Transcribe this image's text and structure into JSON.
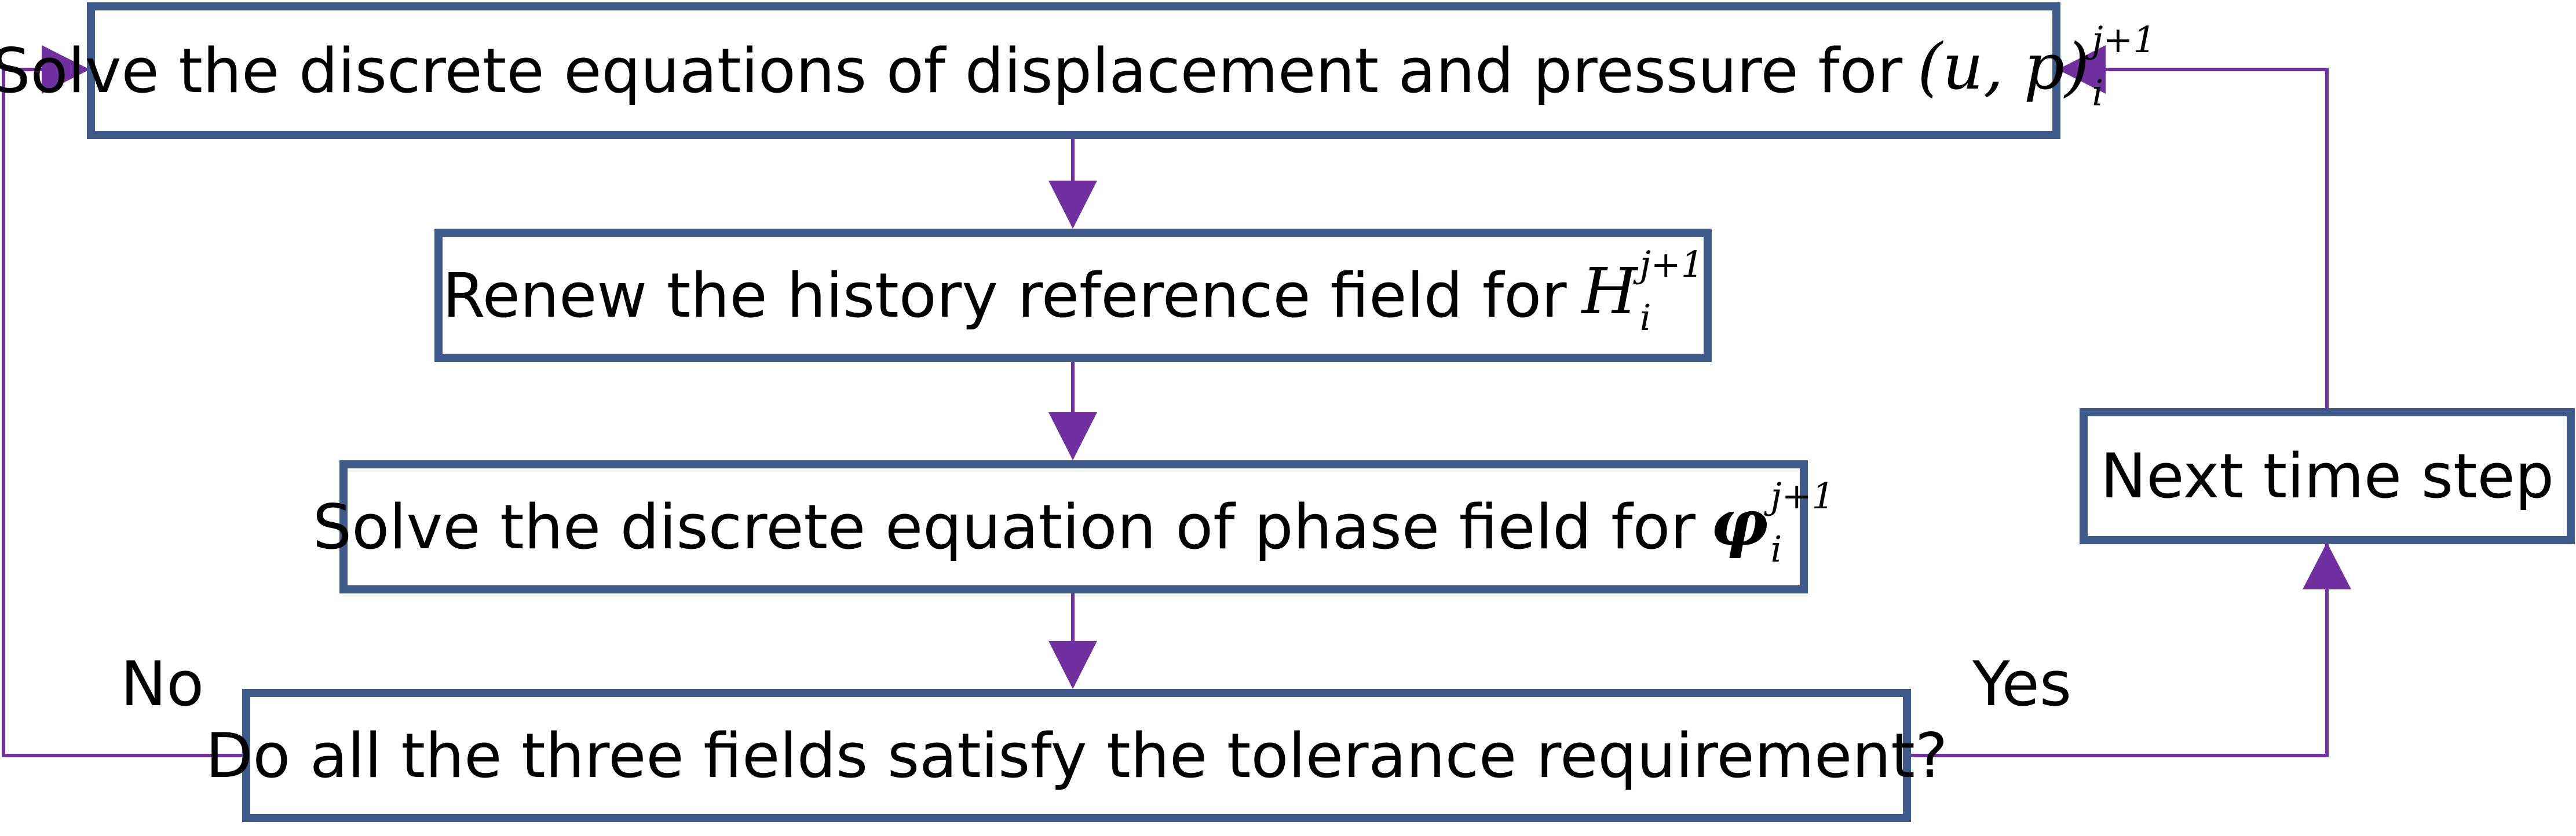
{
  "colors": {
    "box_border": "#3d5a8a",
    "arrow": "#7030a0",
    "text": "#000000"
  },
  "boxes": {
    "solve_displacement": {
      "text": "Solve the discrete equations of displacement and pressure for",
      "math": {
        "base": "(u, p)",
        "sup": "j+1",
        "sub": "i"
      }
    },
    "renew_history": {
      "text": "Renew the history reference field for",
      "math": {
        "base": "H",
        "sup": "j+1",
        "sub": "i"
      }
    },
    "solve_phase": {
      "text": "Solve the discrete equation of phase field for",
      "math": {
        "base": "φ",
        "sup": "j+1",
        "sub": "i"
      }
    },
    "tolerance_check": {
      "text": "Do all the three fields satisfy the tolerance requirement?"
    },
    "next_time_step": {
      "text": "Next time step"
    }
  },
  "edge_labels": {
    "no": "No",
    "yes": "Yes"
  }
}
